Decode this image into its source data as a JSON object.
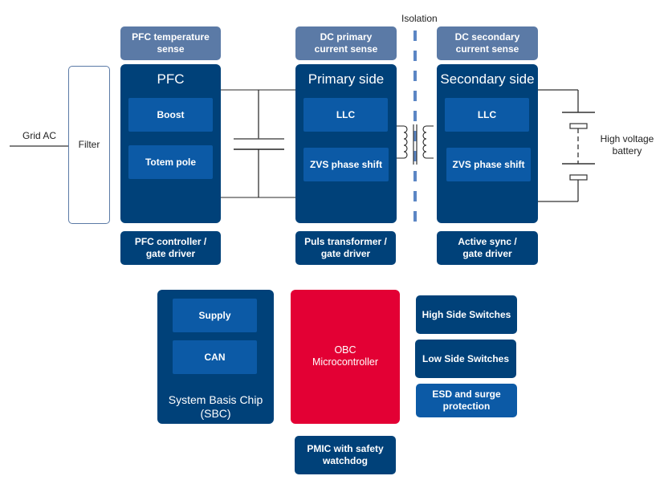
{
  "inputs": {
    "grid_ac": "Grid AC",
    "filter": "Filter"
  },
  "isolation": {
    "label": "Isolation"
  },
  "sense": {
    "pfc_temp": "PFC temperature\nsense",
    "dc_primary": "DC primary\ncurrent sense",
    "dc_secondary": "DC secondary\ncurrent sense"
  },
  "pfc": {
    "title": "PFC",
    "blocks": [
      "Boost",
      "Totem pole"
    ],
    "driver": "PFC controller /\ngate driver"
  },
  "primary": {
    "title": "Primary side",
    "blocks": [
      "LLC",
      "ZVS phase shift"
    ],
    "driver": "Puls transformer /\ngate driver"
  },
  "secondary": {
    "title": "Secondary side",
    "blocks": [
      "LLC",
      "ZVS phase shift"
    ],
    "driver": "Active sync /\ngate driver"
  },
  "battery": {
    "label": "High voltage\nbattery"
  },
  "sbc": {
    "blocks": [
      "Supply",
      "CAN"
    ],
    "title": "System Basis Chip\n(SBC)"
  },
  "mcu": {
    "label": "OBC\nMicrocontroller"
  },
  "pmic": {
    "label": "PMIC with safety\nwatchdog"
  },
  "switches": {
    "high_side": "High Side Switches",
    "low_side": "Low Side Switches",
    "esd": "ESD and surge\nprotection"
  },
  "colors": {
    "dark_blue": "#004179",
    "mid_blue": "#0c5aa6",
    "light_blue": "#5b7aa6",
    "red": "#e30034",
    "isolation": "#5b86c4"
  }
}
